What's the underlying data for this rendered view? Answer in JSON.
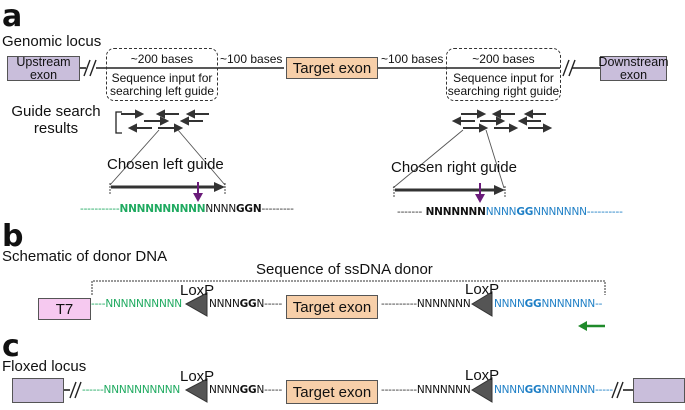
{
  "panels": {
    "a": {
      "letter": "a",
      "title": "Genomic locus",
      "upstream_exon": "Upstream exon",
      "downstream_exon": "Downstream exon",
      "target_exon": "Target exon",
      "left_window": {
        "size": "~200 bases",
        "caption_line1": "Sequence input for",
        "caption_line2": "searching left guide"
      },
      "right_window": {
        "size": "~200 bases",
        "caption_line1": "Sequence input for",
        "caption_line2": "searching right guide"
      },
      "left_gap": "~100 bases",
      "right_gap": "~100 bases",
      "guide_results_line1": "Guide search",
      "guide_results_line2": "results",
      "chosen_left": "Chosen left guide",
      "chosen_right": "Chosen right guide",
      "left_seq": {
        "dash_left": "-----------",
        "green": "NNNNNNNNNN",
        "black": "NNNN",
        "pam": "GG",
        "pam_end": "N",
        "dash_right": "---------"
      },
      "right_seq": {
        "dash_left": "-------",
        "black": "NNNNNNN",
        "blue": "NNNN",
        "pam": "GG",
        "blue_end": "NNNNNNN",
        "dash_right": "----------"
      }
    },
    "b": {
      "letter": "b",
      "title": "Schematic of donor DNA",
      "bracket_label": "Sequence of ssDNA donor",
      "t7": "T7",
      "target_exon": "Target exon",
      "loxp_left": "LoxP",
      "loxp_right": "LoxP",
      "left_seq": {
        "dash": "----",
        "green": "NNNNNNNNNN",
        "after": "NNNN",
        "pam": "GG",
        "pam_end": "N",
        "dash_right": "-----"
      },
      "right_seq": {
        "dash": "----------",
        "black": "NNNNNNN",
        "blue": "NNNN",
        "pam": "GG",
        "blue_end": "NNNNNNN",
        "dash_right": "--"
      }
    },
    "c": {
      "letter": "c",
      "title": "Floxed locus",
      "target_exon": "Target exon",
      "loxp_left": "LoxP",
      "loxp_right": "LoxP",
      "left_seq": {
        "dash": "------",
        "green": "NNNNNNNNNN",
        "after": "NNNN",
        "pam": "GG",
        "pam_end": "N",
        "dash_right": "-----"
      },
      "right_seq": {
        "dash": "----------",
        "black": "NNNNNNN",
        "blue": "NNNN",
        "pam": "GG",
        "blue_end": "NNNNNNN",
        "dash_right": "-----"
      }
    }
  },
  "colors": {
    "exon_flank": "#c9bedb",
    "target_exon": "#f7cfa9",
    "t7": "#f6c9f0",
    "green_seq": "#1faa60",
    "blue_seq": "#1e7fc6",
    "cut_arrow": "#6a1b7a",
    "primer_arrow": "#1f8a2a"
  }
}
